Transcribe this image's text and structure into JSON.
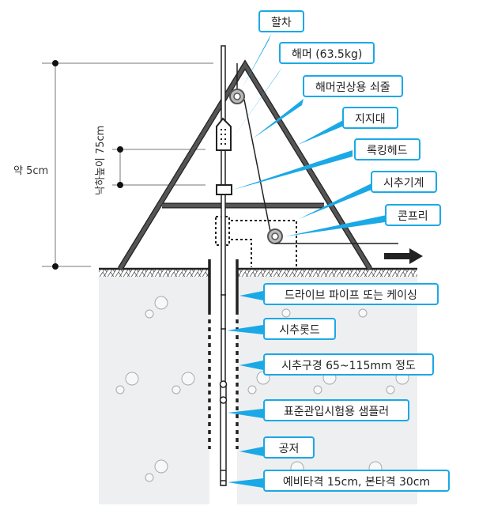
{
  "title": "표준관입시험 장치 개요도",
  "dimensions": {
    "total_height": "약 5cm",
    "drop_height": "낙하높이 75cm"
  },
  "callouts": [
    {
      "id": "pulley",
      "label": "할차"
    },
    {
      "id": "hammer",
      "label": "해머 (63.5kg)"
    },
    {
      "id": "hammer-rope",
      "label": "해머권상용 쇠줄"
    },
    {
      "id": "support-frame",
      "label": "지지대"
    },
    {
      "id": "locking-head",
      "label": "록킹헤드"
    },
    {
      "id": "drilling-machine",
      "label": "시추기계"
    },
    {
      "id": "cone-pulley",
      "label": "콘프리"
    },
    {
      "id": "casing",
      "label": "드라이브 파이프 또는 케이싱"
    },
    {
      "id": "drill-rod",
      "label": "시추롯드"
    },
    {
      "id": "bore-diameter",
      "label": "시추구경 65~115mm 정도"
    },
    {
      "id": "sampler",
      "label": "표준관입시험용 샘플러"
    },
    {
      "id": "borehole",
      "label": "공저"
    },
    {
      "id": "blows",
      "label": "예비타격 15cm, 본타격 30cm"
    }
  ],
  "colors": {
    "accent": "#1aa9e6",
    "frame": "#444444",
    "ground": "#eeeff1",
    "line": "#222222"
  }
}
